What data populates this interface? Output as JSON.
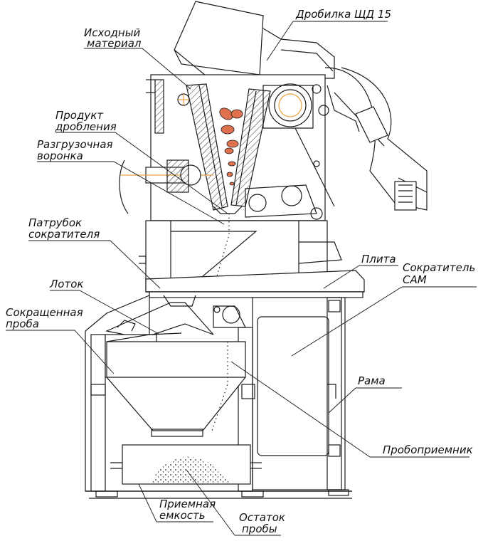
{
  "labels": {
    "crusher": "Дробилка ЩД 15",
    "source_material_1": "Исходный",
    "source_material_2": "материал",
    "crushed_product_1": "Продукт",
    "crushed_product_2": "дробления",
    "unload_funnel_1": "Разгрузочная",
    "unload_funnel_2": "воронка",
    "divider_pipe_1": "Патрубок",
    "divider_pipe_2": "сократителя",
    "chute": "Лоток",
    "reduced_sample_1": "Сокращенная",
    "reduced_sample_2": "проба",
    "plate": "Плита",
    "divider_1": "Сократитель",
    "divider_2": "САМ",
    "frame": "Рама",
    "sample_receiver": "Пробоприемник",
    "receiving_tank_1": "Приемная",
    "receiving_tank_2": "емкость",
    "sample_rest_1": "Остаток",
    "sample_rest_2": "пробы"
  },
  "colors": {
    "line": "#1a1a1a",
    "hatch": "#333333",
    "crushed_pieces": "#e0714f",
    "crosshair": "#f0a040",
    "background": "#ffffff"
  }
}
